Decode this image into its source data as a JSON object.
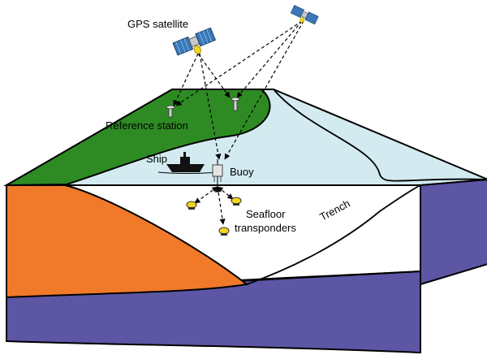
{
  "labels": {
    "gps_satellite": "GPS satellite",
    "reference_station": "Reference station",
    "ship": "Ship",
    "buoy": "Buoy",
    "trench": "Trench",
    "seafloor_line1": "Seafloor",
    "seafloor_line2": "transponders"
  },
  "colors": {
    "land": "#2e8b24",
    "ocean_surface": "#d3ebf0",
    "ocean_front": "#ffffff",
    "continental_plate": "#f07a2a",
    "oceanic_plate": "#5c56a4",
    "oceanic_plate_dark": "#4a4592",
    "satellite_panel": "#3a78b8",
    "transponder": "#f2d51c"
  },
  "icons": {
    "satellite": "satellite-icon",
    "ship": "ship-icon",
    "buoy": "buoy-icon",
    "antenna": "antenna-icon",
    "transponder": "transponder-icon"
  }
}
